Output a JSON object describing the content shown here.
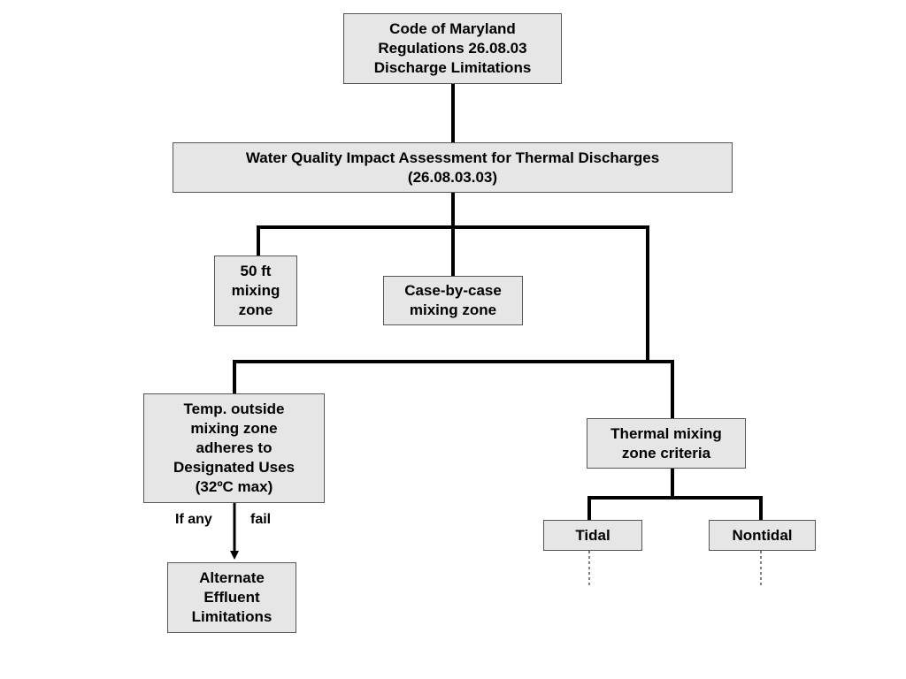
{
  "nodes": {
    "regulations": "Code of Maryland\nRegulations 26.08.03\nDischarge Limitations",
    "assessment": "Water Quality Impact Assessment for Thermal Discharges\n(26.08.03.03)",
    "fifty_ft": "50 ft\nmixing\nzone",
    "case_by_case": "Case-by-case\nmixing zone",
    "temp_outside": "Temp. outside\nmixing zone\nadheres to\nDesignated Uses\n(32ºC max)",
    "thermal_criteria": "Thermal mixing\nzone criteria",
    "tidal": "Tidal",
    "nontidal": "Nontidal",
    "alternate": "Alternate\nEffluent\nLimitations"
  },
  "edge_labels": {
    "if_any": "If any",
    "fail": "fail"
  },
  "colors": {
    "box_fill": "#e6e6e6",
    "box_border": "#555555",
    "connector": "#000000",
    "background": "#ffffff"
  }
}
